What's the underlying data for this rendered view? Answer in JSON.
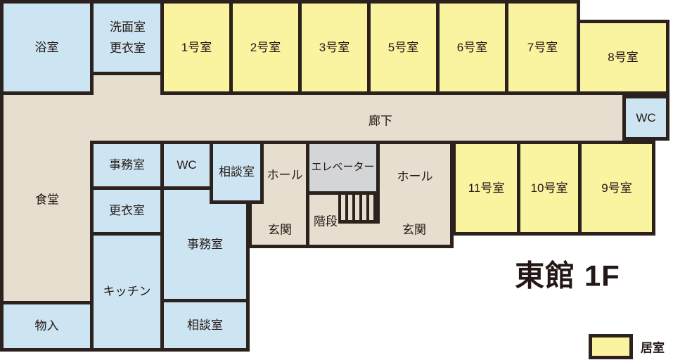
{
  "title": "東館 1F",
  "legend": {
    "residential_label": "居室"
  },
  "rooms": {
    "bathroom": "浴室",
    "washroom_line1": "洗面室",
    "washroom_line2": "更衣室",
    "room1": "1号室",
    "room2": "2号室",
    "room3": "3号室",
    "room5": "5号室",
    "room6": "6号室",
    "room7": "7号室",
    "room8": "8号室",
    "wc_upper": "WC",
    "corridor": "廊下",
    "dining": "食堂",
    "office_small": "事務室",
    "wc_middle": "WC",
    "consult_upper": "相談室",
    "hall_left": "ホール",
    "elevator": "エレベーター",
    "hall_right": "ホール",
    "room11": "11号室",
    "room10": "10号室",
    "room9": "9号室",
    "changing_room": "更衣室",
    "office_large": "事務室",
    "entrance_left": "玄関",
    "stairs": "階段",
    "entrance_right": "玄関",
    "kitchen": "キッチン",
    "consult_lower": "相談室",
    "storage": "物入"
  },
  "colors": {
    "residential": "#faf3a0",
    "service": "#cde5f2",
    "corridor": "#e6dfcf",
    "elevator": "#d3d5d7",
    "line": "#2b211d",
    "ink": "#231815"
  }
}
